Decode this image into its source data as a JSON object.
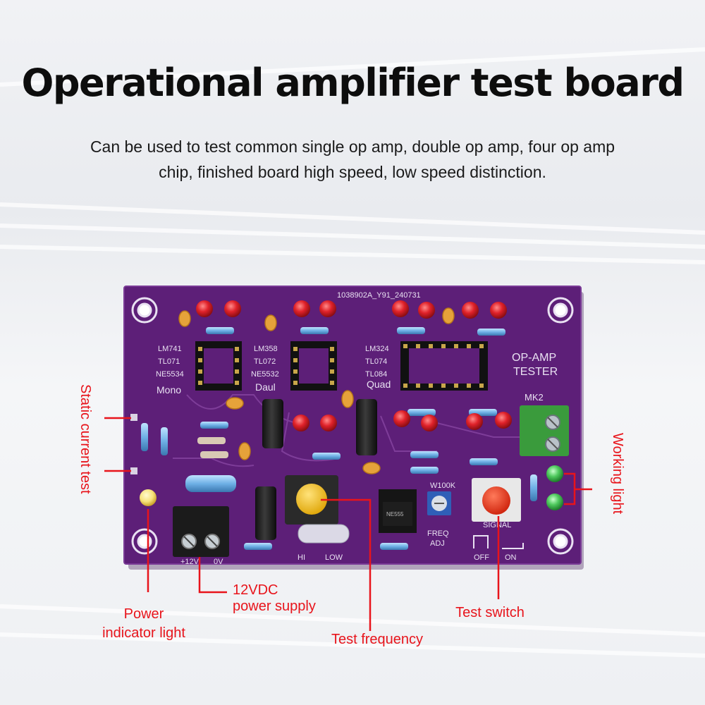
{
  "header": {
    "title": "Operational amplifier test board",
    "subtitle": "Can be used to test common single op amp, double op amp, four op amp chip, finished board high speed, low speed distinction."
  },
  "board": {
    "serial": "1038902A_Y91_240731",
    "mono": {
      "chips": [
        "LM741",
        "TL071",
        "NE5534"
      ],
      "name": "Mono"
    },
    "dual": {
      "chips": [
        "LM358",
        "TL072",
        "NE5532"
      ],
      "name": "Daul"
    },
    "quad": {
      "chips": [
        "LM324",
        "TL074",
        "TL084"
      ],
      "name": "Quad"
    },
    "tester_line1": "OP-AMP",
    "tester_line2": "TESTER",
    "model": "MK2",
    "pot_label": "W100K",
    "freq_line1": "FREQ",
    "freq_line2": "ADJ",
    "signal": "SIGNAL",
    "off": "OFF",
    "on": "ON",
    "hi": "HI",
    "low": "LOW",
    "voltage_minus": "+12V",
    "voltage_zero": "0V"
  },
  "callouts": {
    "static_current": "Static current test",
    "working_light": "Working light",
    "power_indicator": "Power indicator light",
    "power_supply_line1": "12VDC",
    "power_supply_line2": "power supply",
    "test_frequency": "Test frequency",
    "test_switch": "Test switch"
  },
  "colors": {
    "board": "#5d1f78",
    "callout": "#e8141b",
    "led_red": "#d8191f",
    "led_green": "#49c35a",
    "terminal_green": "#3a9b3c",
    "button_yellow": "#f4c21e"
  }
}
